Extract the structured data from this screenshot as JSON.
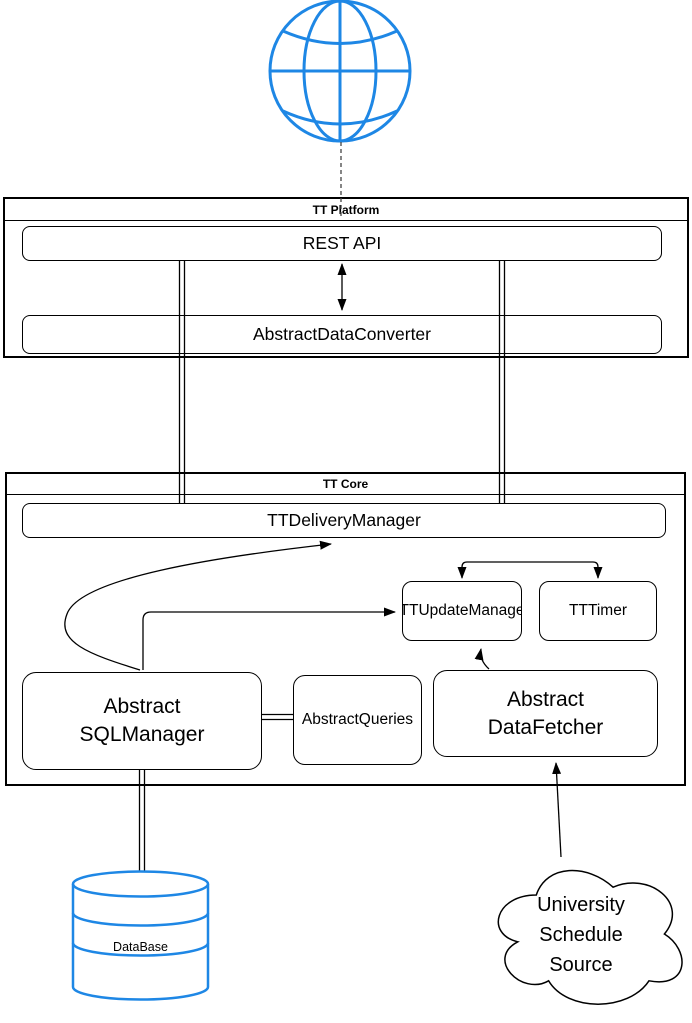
{
  "platform": {
    "title": "TT Platform",
    "rest_api": "REST API",
    "converter": "AbstractDataConverter"
  },
  "core": {
    "title": "TT Core",
    "delivery_manager": "TTDeliveryManager",
    "update_manager": "TTUpdateManage",
    "timer": "TTTimer",
    "sql_manager_line1": "Abstract",
    "sql_manager_line2": "SQLManager",
    "queries": "AbstractQueries",
    "data_fetcher_line1": "Abstract",
    "data_fetcher_line2": "DataFetcher"
  },
  "storage": {
    "database": "DataBase"
  },
  "external": {
    "cloud_line1": "University",
    "cloud_line2": "Schedule",
    "cloud_line3": "Source"
  },
  "colors": {
    "accent_blue": "#1e87e5",
    "line_black": "#000000",
    "dash_gray": "#444444"
  }
}
